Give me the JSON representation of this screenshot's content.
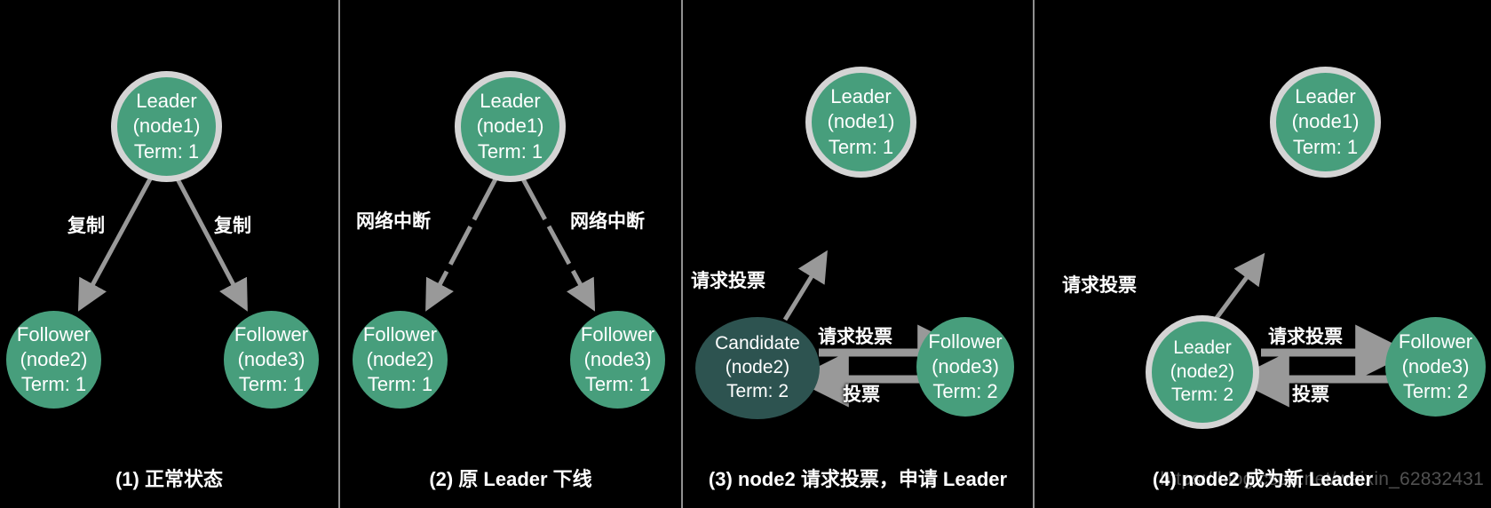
{
  "figure": {
    "background_color": "#000000",
    "divider_color": "#909090",
    "node_green": "#479e7c",
    "node_dark_teal": "#2d5350",
    "node_ring": "#d4d4d4",
    "arrow_color": "#999999",
    "text_color": "#ffffff",
    "watermark": "https://blog.csdn.net/weixin_62832431"
  },
  "panels": [
    {
      "caption": "(1) 正常状态",
      "nodes": [
        {
          "id": "n1",
          "role": "Leader",
          "name": "(node1)",
          "term": "Term: 1",
          "style": "green-ringed"
        },
        {
          "id": "n2",
          "role": "Follower",
          "name": "(node2)",
          "term": "Term: 1",
          "style": "green"
        },
        {
          "id": "n3",
          "role": "Follower",
          "name": "(node3)",
          "term": "Term: 1",
          "style": "green"
        }
      ],
      "edges": [
        {
          "from": "n1",
          "to": "n2",
          "label": "复制",
          "style": "solid"
        },
        {
          "from": "n1",
          "to": "n3",
          "label": "复制",
          "style": "solid"
        }
      ]
    },
    {
      "caption": "(2) 原 Leader 下线",
      "nodes": [
        {
          "id": "n1",
          "role": "Leader",
          "name": "(node1)",
          "term": "Term: 1",
          "style": "green-ringed"
        },
        {
          "id": "n2",
          "role": "Follower",
          "name": "(node2)",
          "term": "Term: 1",
          "style": "green"
        },
        {
          "id": "n3",
          "role": "Follower",
          "name": "(node3)",
          "term": "Term: 1",
          "style": "green"
        }
      ],
      "edges": [
        {
          "from": "n1",
          "to": "n2",
          "label": "网络中断",
          "style": "dashed"
        },
        {
          "from": "n1",
          "to": "n3",
          "label": "网络中断",
          "style": "dashed"
        }
      ]
    },
    {
      "caption": "(3) node2 请求投票，申请 Leader",
      "nodes": [
        {
          "id": "n1",
          "role": "Leader",
          "name": "(node1)",
          "term": "Term: 1",
          "style": "green-ringed"
        },
        {
          "id": "n2",
          "role": "Candidate",
          "name": "(node2)",
          "term": "Term: 2",
          "style": "dark"
        },
        {
          "id": "n3",
          "role": "Follower",
          "name": "(node3)",
          "term": "Term: 2",
          "style": "green"
        }
      ],
      "edges": [
        {
          "from": "n2",
          "to": "n1",
          "label": "请求投票",
          "style": "solid"
        },
        {
          "from": "n2",
          "to": "n3",
          "label": "请求投票",
          "style": "solid"
        },
        {
          "from": "n3",
          "to": "n2",
          "label": "投票",
          "style": "solid"
        }
      ]
    },
    {
      "caption": "(4) node2 成为新 Leader",
      "nodes": [
        {
          "id": "n1",
          "role": "Leader",
          "name": "(node1)",
          "term": "Term: 1",
          "style": "green-ringed"
        },
        {
          "id": "n2",
          "role": "Leader",
          "name": "(node2)",
          "term": "Term: 2",
          "style": "green-ringed"
        },
        {
          "id": "n3",
          "role": "Follower",
          "name": "(node3)",
          "term": "Term: 2",
          "style": "green"
        }
      ],
      "edges": [
        {
          "from": "n2",
          "to": "n1",
          "label": "请求投票",
          "style": "solid"
        },
        {
          "from": "n2",
          "to": "n3",
          "label": "请求投票",
          "style": "solid"
        },
        {
          "from": "n3",
          "to": "n2",
          "label": "投票",
          "style": "solid"
        }
      ]
    }
  ]
}
